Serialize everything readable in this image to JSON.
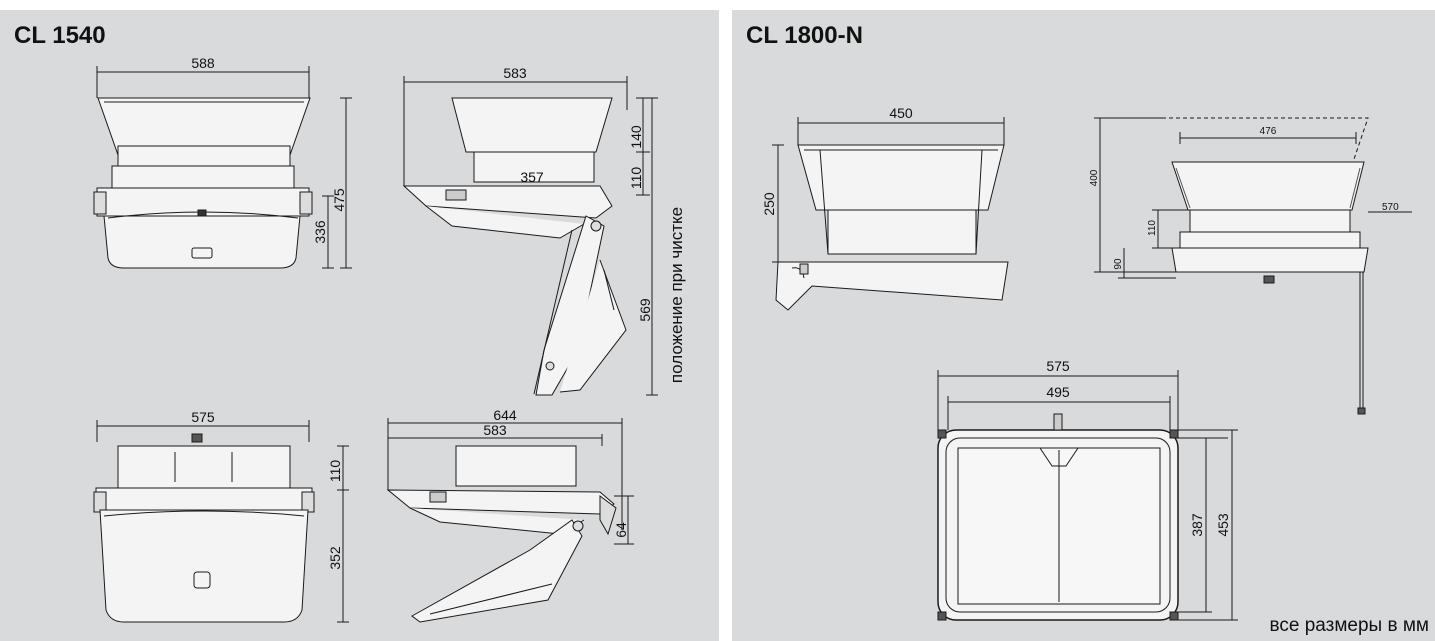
{
  "left": {
    "title": "CL 1540",
    "top_front": {
      "width": "588",
      "h1": "475",
      "h2": "336"
    },
    "top_side": {
      "width": "583",
      "h_top": "140",
      "h_mid": "110",
      "inner": "357",
      "h_total": "569",
      "note": "положение при чистке"
    },
    "bottom_front": {
      "width": "575",
      "h_top": "110",
      "h_body": "352"
    },
    "bottom_side": {
      "width_outer": "644",
      "width_inner": "583",
      "h_small": "64"
    }
  },
  "right": {
    "title": "CL 1800-N",
    "side": {
      "width": "450",
      "height": "250"
    },
    "front": {
      "width": "476",
      "h_total": "400",
      "h_mid": "110",
      "h_low": "90",
      "side_w": "570"
    },
    "plan": {
      "outer": "575",
      "inner": "495",
      "h_inner": "387",
      "h_outer": "453"
    },
    "footer": "все размеры в мм"
  },
  "colors": {
    "panel_bg": "#d9dadb",
    "line": "#1a1a1a",
    "fill": "#f4f4f4"
  }
}
